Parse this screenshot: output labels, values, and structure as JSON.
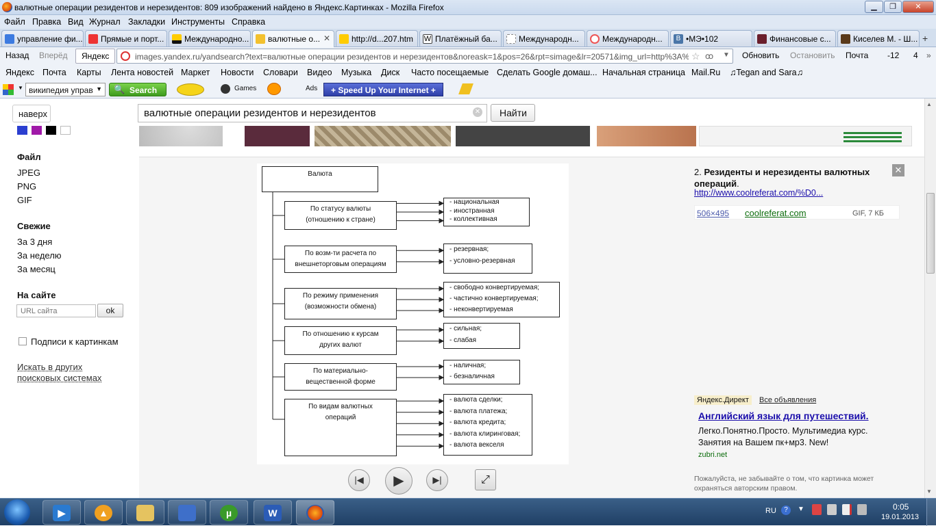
{
  "window": {
    "title": "валютные операции резидентов и нерезидентов: 809 изображений найдено в Яндекс.Картинках - Mozilla Firefox"
  },
  "menu": [
    "Файл",
    "Правка",
    "Вид",
    "Журнал",
    "Закладки",
    "Инструменты",
    "Справка"
  ],
  "tabs": [
    {
      "label": "управление фи..."
    },
    {
      "label": "Прямые и порт..."
    },
    {
      "label": "Международно..."
    },
    {
      "label": "валютные о..."
    },
    {
      "label": "http://d...207.htm"
    },
    {
      "label": "Платёжный ба..."
    },
    {
      "label": "Международн..."
    },
    {
      "label": "Международн..."
    },
    {
      "label": "•МЭ•102"
    },
    {
      "label": "Финансовые с..."
    },
    {
      "label": "Киселев М. - Ш..."
    }
  ],
  "nav": {
    "back": "Назад",
    "forward": "Вперёд",
    "yandex": "Яндекс",
    "url": "images.yandex.ru/yandsearch?text=валютные операции резидентов и нерезидентов&noreask=1&pos=26&rpt=simage&lr=20571&img_url=http%3A%",
    "refresh": "Обновить",
    "stop": "Остановить",
    "mail": "Почта",
    "temp": "-12",
    "count": "4"
  },
  "bookmarks": [
    "Яндекс",
    "Почта",
    "Карты",
    "Лента новостей",
    "Маркет",
    "Новости",
    "Словари",
    "Видео",
    "Музыка",
    "Диск",
    "Часто посещаемые",
    "Сделать Google домаш...",
    "Начальная страница",
    "Mail.Ru",
    "♫Tegan and Sara♫"
  ],
  "toolbar2": {
    "search_text": "википедия управ",
    "search_btn": "Search",
    "games": "Games",
    "ads": "Ads",
    "speedup": "+ Speed Up Your Internet +"
  },
  "page": {
    "top_btn": "наверх",
    "query": "валютные операции резидентов и нерезидентов",
    "find_btn": "Найти",
    "file_heading": "Файл",
    "file_types": [
      "JPEG",
      "PNG",
      "GIF"
    ],
    "fresh_heading": "Свежие",
    "fresh": [
      "За 3 дня",
      "За неделю",
      "За месяц"
    ],
    "site_heading": "На сайте",
    "site_placeholder": "URL сайта",
    "ok": "ok",
    "subscribe": "Подписи к картинкам",
    "other_search_1": "Искать в других",
    "other_search_2": "поисковых системах"
  },
  "diagram": {
    "root": "Валюта",
    "groups": [
      {
        "label": "По статусу валюты\n(отношению к стране)",
        "items": [
          "- национальная",
          "- иностранная",
          "- коллективная"
        ]
      },
      {
        "label": "По возм-ти расчета по\nвнешнеторговым операциям",
        "items": [
          "- резервная;",
          "- условно-резервная"
        ]
      },
      {
        "label": "По режиму применения\n(возможности обмена)",
        "items": [
          "- свободно конвертируемая;",
          "- частично конвертируемая;",
          "- неконвертируемая"
        ]
      },
      {
        "label": "По отношению к курсам\nдругих валют",
        "items": [
          "- сильная;",
          "- слабая"
        ]
      },
      {
        "label": "По материально-\nвещественной форме",
        "items": [
          "- наличная;",
          "- безналичная"
        ]
      },
      {
        "label": "По видам валютных\nопераций",
        "items": [
          "- валюта сделки;",
          "- валюта платежа;",
          "- валюта кредита;",
          "- валюта клиринговая;",
          "- валюта векселя"
        ]
      }
    ]
  },
  "info": {
    "num": "2.",
    "title": "Резиденты и нерезиденты валютных операций",
    "dot": ".",
    "link": "http://www.coolreferat.com/%D0...",
    "size": "506×495",
    "site": "coolreferat.com",
    "meta": "GIF, 7 КБ",
    "direct_tag": "Яндекс.Директ",
    "all_ads": "Все объявления",
    "ad_title": "Английский язык для путешествий.",
    "ad_text": "Легко.Понятно.Просто. Мультимедиа курс. Занятия на Вашем пк+мр3. New!",
    "ad_domain": "zubri.net",
    "copyright": "Пожалуйста, не забывайте о том, что картинка может охраняться авторским правом."
  },
  "taskbar": {
    "lang": "RU",
    "time": "0:05",
    "date": "19.01.2013"
  }
}
